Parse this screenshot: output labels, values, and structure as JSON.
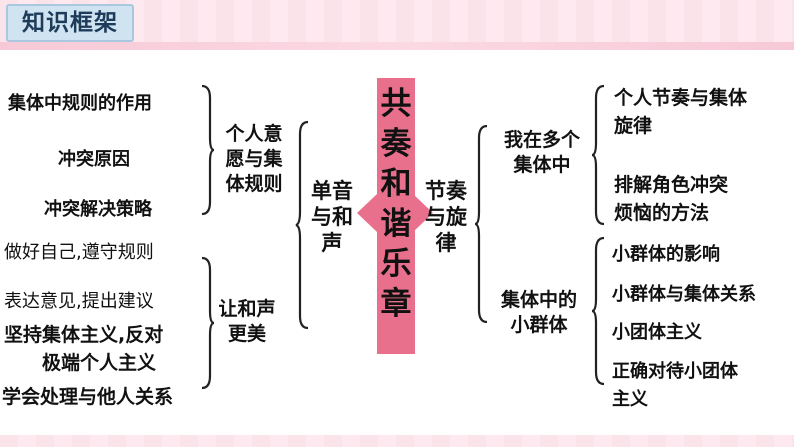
{
  "header": {
    "title": "知识框架"
  },
  "center": {
    "title_chars": [
      "共",
      "奏",
      "和",
      "谐",
      "乐",
      "章"
    ]
  },
  "left_branch": {
    "label_lines": [
      "单音",
      "与和",
      "声"
    ],
    "groups": [
      {
        "label_lines": [
          "个人意",
          "愿与集",
          "体规则"
        ],
        "items": [
          "集体中规则的作用",
          "冲突原因",
          "冲突解决策略"
        ]
      },
      {
        "label_lines": [
          "让和声",
          "更美"
        ],
        "items": [
          "做好自己,遵守规则",
          "表达意见,提出建议",
          "坚持集体主义,反对",
          "极端个人主义",
          "学会处理与他人关系"
        ]
      }
    ]
  },
  "right_branch": {
    "label_lines": [
      "节奏",
      "与旋",
      "律"
    ],
    "groups": [
      {
        "label_lines": [
          "我在多个",
          "集体中"
        ],
        "items": [
          "个人节奏与集体",
          "旋律",
          "排解角色冲突",
          "烦恼的方法"
        ]
      },
      {
        "label_lines": [
          "集体中的",
          "小群体"
        ],
        "items": [
          "小群体的影响",
          "小群体与集体关系",
          "小团体主义",
          "正确对待小团体",
          "主义"
        ]
      }
    ]
  },
  "colors": {
    "accent": "#e8708c",
    "title_bg": "#cfe3f1"
  }
}
